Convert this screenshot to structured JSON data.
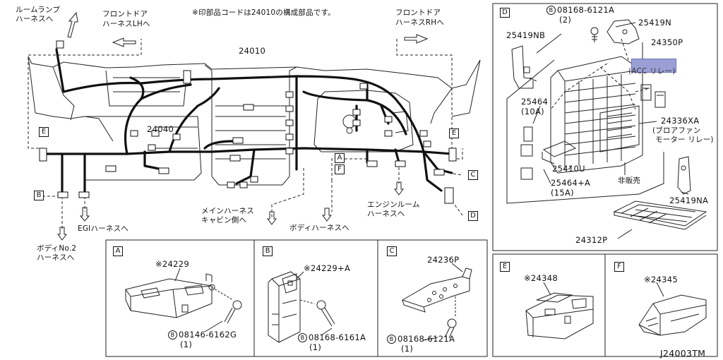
{
  "header_note": "※印部品コードは24010の構成部品です。",
  "diagram_id": "J24003TM",
  "main": {
    "labels": {
      "room_lamp": [
        "ルームランプ",
        "ハーネスへ"
      ],
      "front_door_lh": [
        "フロントドア",
        "ハーネスLHへ"
      ],
      "front_door_rh": [
        "フロントドア",
        "ハーネスRHへ"
      ],
      "part_24010": "24010",
      "part_24040": "24040",
      "main_harness": [
        "メインハーネス",
        "キャビン側へ"
      ],
      "body_harness": "ボディハーネスへ",
      "engine_room": [
        "エンジンルーム",
        "ハーネスへ"
      ],
      "egi_harness": "EGIハーネスへ",
      "body_no2": [
        "ボディNo.2",
        "ハーネスへ"
      ]
    },
    "refs": [
      "E",
      "B",
      "A",
      "F",
      "E",
      "C",
      "D"
    ]
  },
  "panel_D": {
    "ref": "D",
    "bolt_code": "08168-6121A",
    "bolt_qty": "(2)",
    "parts": {
      "p25419N": "25419N",
      "p25419NB": "25419NB",
      "p24350P": "24350P",
      "acc_relay": "(ACC リレー)",
      "p25464": "25464",
      "p25464_amp": "(10A)",
      "p24336XA": "24336XA",
      "blower": [
        "(ブロアファン",
        "モーター リレー)"
      ],
      "p25410U": "25410U",
      "p25464A": "25464+A",
      "p25464A_amp": "(15A)",
      "not_sold": "非販売",
      "p25419NA": "25419NA",
      "p24312P": "24312P"
    }
  },
  "panel_A": {
    "ref": "A",
    "part": "※24229",
    "bolt_code": "08146-6162G",
    "bolt_qty": "(1)"
  },
  "panel_B": {
    "ref": "B",
    "part": "※24229+A",
    "bolt_code": "08168-6161A",
    "bolt_qty": "(1)"
  },
  "panel_C": {
    "ref": "C",
    "part": "24236P",
    "bolt_code": "08168-6121A",
    "bolt_qty": "(1)"
  },
  "panel_E": {
    "ref": "E",
    "part": "※24348"
  },
  "panel_F": {
    "ref": "F",
    "part": "※24345"
  },
  "bolt_symbol": "B"
}
